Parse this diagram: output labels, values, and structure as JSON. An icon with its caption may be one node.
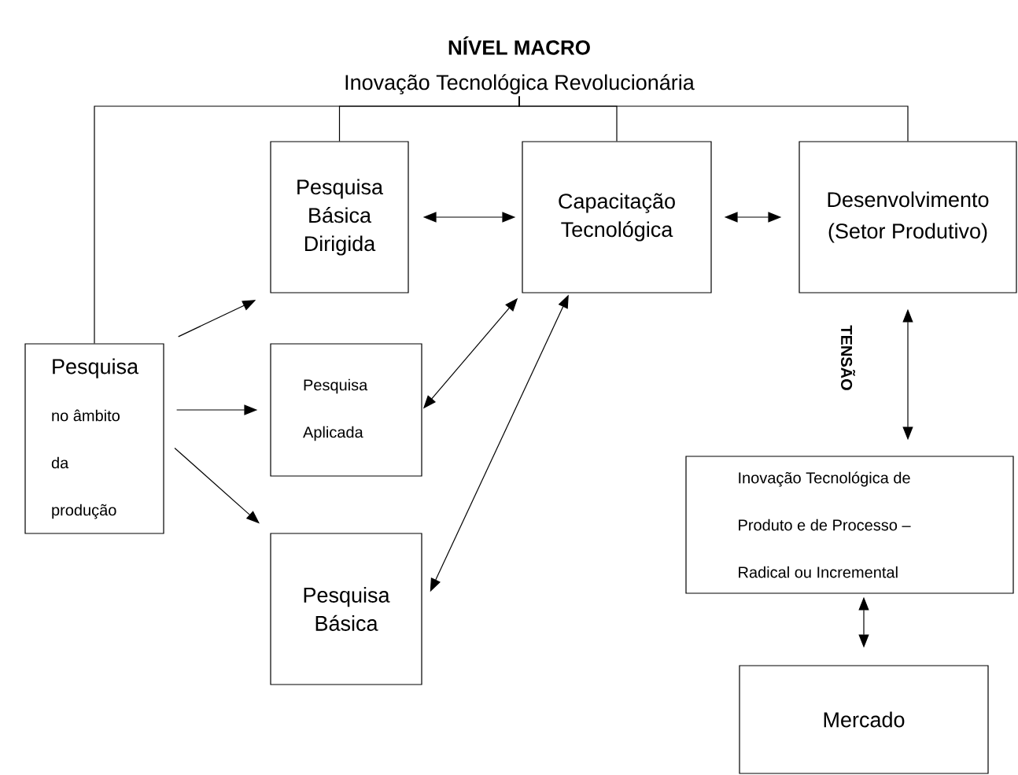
{
  "diagram": {
    "title": "NÍVEL MACRO",
    "nodes": [
      {
        "text": [
          "Inovação Tecnológica Revolucionária"
        ]
      },
      {
        "text": [
          "Pesquisa",
          "no âmbito da produção"
        ]
      },
      {
        "text": [
          "Pesquisa Básica Dirigida"
        ]
      },
      {
        "text": [
          "Capacitação Tecnológica"
        ]
      },
      {
        "text": [
          "Desenvolvimento (Setor Produtivo)"
        ]
      },
      {
        "text": [
          "Pesquisa Aplicada"
        ]
      },
      {
        "text": [
          "Pesquisa Básica"
        ]
      },
      {
        "text": [
          "Inovação Tecnológica de Produto e de Processo – Radical ou Incremental"
        ]
      },
      {
        "text": [
          "Mercado"
        ]
      }
    ],
    "edges": [
      {
        "from": 0,
        "to": 1,
        "arrow": "none"
      },
      {
        "from": 0,
        "to": 2,
        "arrow": "none"
      },
      {
        "from": 0,
        "to": 3,
        "arrow": "none"
      },
      {
        "from": 0,
        "to": 4,
        "arrow": "none"
      },
      {
        "from": 1,
        "to": 2,
        "arrow": "to"
      },
      {
        "from": 1,
        "to": 5,
        "arrow": "to"
      },
      {
        "from": 1,
        "to": 6,
        "arrow": "to"
      },
      {
        "from": 2,
        "to": 3,
        "arrow": "both"
      },
      {
        "from": 5,
        "to": 3,
        "arrow": "both"
      },
      {
        "from": 6,
        "to": 3,
        "arrow": "both"
      },
      {
        "from": 3,
        "to": 4,
        "arrow": "both"
      },
      {
        "from": 4,
        "to": 7,
        "arrow": "both"
      },
      {
        "from": 7,
        "to": 8,
        "arrow": "both"
      }
    ],
    "labels": [
      "TENSÃO"
    ]
  }
}
